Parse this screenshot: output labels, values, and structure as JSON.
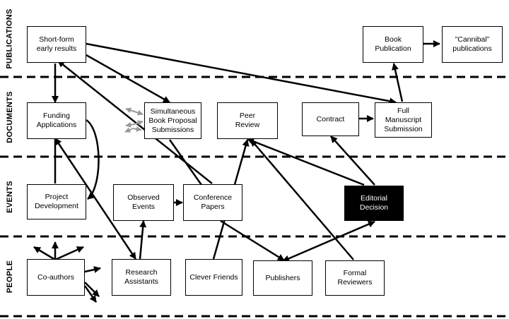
{
  "lanes": [
    "PUBLICATIONS",
    "DOCUMENTS",
    "EVENTS",
    "PEOPLE"
  ],
  "nodes": {
    "short_form": "Short-form\nearly results",
    "book_publication": "Book\nPublication",
    "cannibal": "”Cannibal”\npublications",
    "funding": "Funding\nApplications",
    "simultaneous": "Simultaneous\nBook Proposal\nSubmissions",
    "peer_review": "Peer\nReview",
    "contract": "Contract",
    "full_manuscript": "Full\nManuscript\nSubmission",
    "project_dev": "Project\nDevelopment",
    "observed": "Observed\nEvents",
    "conference": "Conference\nPapers",
    "editorial": "Editorial\nDecision",
    "coauthors": "Co-authors",
    "research_assistants": "Research\nAssistants",
    "clever_friends": "Clever Friends",
    "publishers": "Publishers",
    "formal_reviewers": "Formal\nReviewers"
  },
  "colors": {
    "line": "#000000",
    "dashed_arrows": "#999999",
    "dark_node": "#000000"
  }
}
